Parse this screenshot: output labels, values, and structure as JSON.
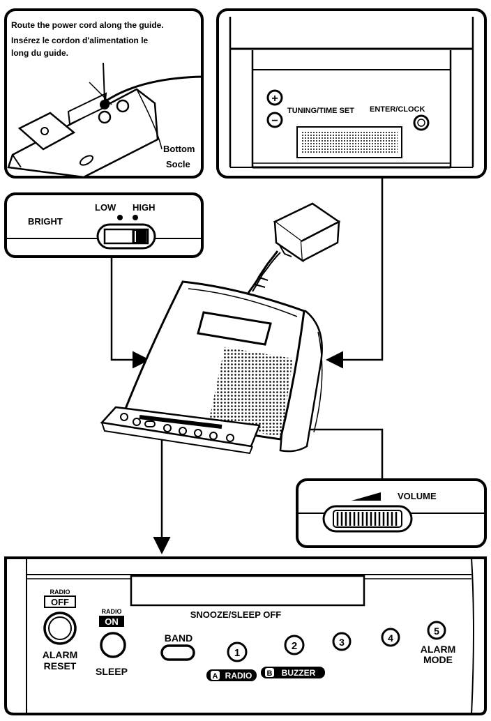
{
  "cord_guide": {
    "line1": "Route the power cord along the guide.",
    "line2": "Insérez le cordon d'alimentation le",
    "line3": "long du guide.",
    "bottom_en": "Bottom",
    "bottom_fr": "Socle"
  },
  "back_panel": {
    "tuning_label": "TUNING/TIME SET",
    "enter_label": "ENTER/CLOCK",
    "plus_symbol": "+",
    "minus_symbol": "−"
  },
  "bright_panel": {
    "bright_label": "BRIGHT",
    "low_label": "LOW",
    "high_label": "HIGH"
  },
  "volume_panel": {
    "volume_label": "VOLUME"
  },
  "front_panel": {
    "radio_off_small": "RADIO",
    "off_label": "OFF",
    "alarm_label": "ALARM",
    "reset_label": "RESET",
    "radio_on_small": "RADIO",
    "on_label": "ON",
    "sleep_label": "SLEEP",
    "snooze_label": "SNOOZE/SLEEP OFF",
    "band_label": "BAND",
    "preset_1": "1",
    "preset_2": "2",
    "preset_3": "3",
    "preset_4": "4",
    "preset_5": "5",
    "a_badge": "A",
    "radio_label": "RADIO",
    "b_badge": "B",
    "buzzer_label": "BUZZER",
    "alarm_mode_1": "ALARM",
    "alarm_mode_2": "MODE"
  }
}
